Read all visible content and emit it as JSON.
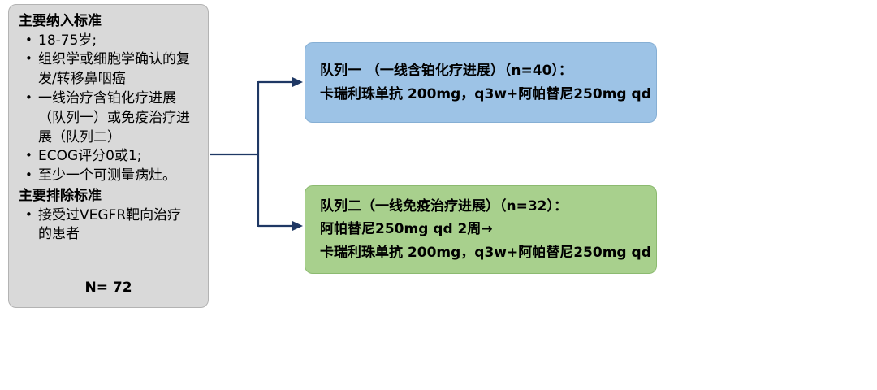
{
  "diagram": {
    "criteria_box": {
      "inclusion_title": "主要纳入标准",
      "inclusion_items": [
        "18-75岁;",
        "组织学或细胞学确认的复发/转移鼻咽癌",
        "一线治疗含铂化疗进展（队列一）或免疫治疗进展（队列二）",
        "ECOG评分0或1;",
        "至少一个可测量病灶。"
      ],
      "exclusion_title": "主要排除标准",
      "exclusion_items": [
        "接受过VEGFR靶向治疗的患者"
      ],
      "total_label": "N= 72"
    },
    "cohort1": {
      "title": "队列一 （一线含铂化疗进展）（n=40）：",
      "regimen": "卡瑞利珠单抗 200mg，q3w+阿帕替尼250mg qd"
    },
    "cohort2": {
      "title": "队列二（一线免疫治疗进展）（n=32）：",
      "lead_in": "阿帕替尼250mg qd 2周→",
      "regimen": "卡瑞利珠单抗 200mg，q3w+阿帕替尼250mg qd"
    },
    "colors": {
      "criteria_box_bg": "#d9d9d9",
      "cohort1_bg": "#9dc3e6",
      "cohort2_bg": "#a8d08d",
      "arrow": "#1f3864",
      "text": "#000000",
      "background": "#ffffff"
    }
  }
}
